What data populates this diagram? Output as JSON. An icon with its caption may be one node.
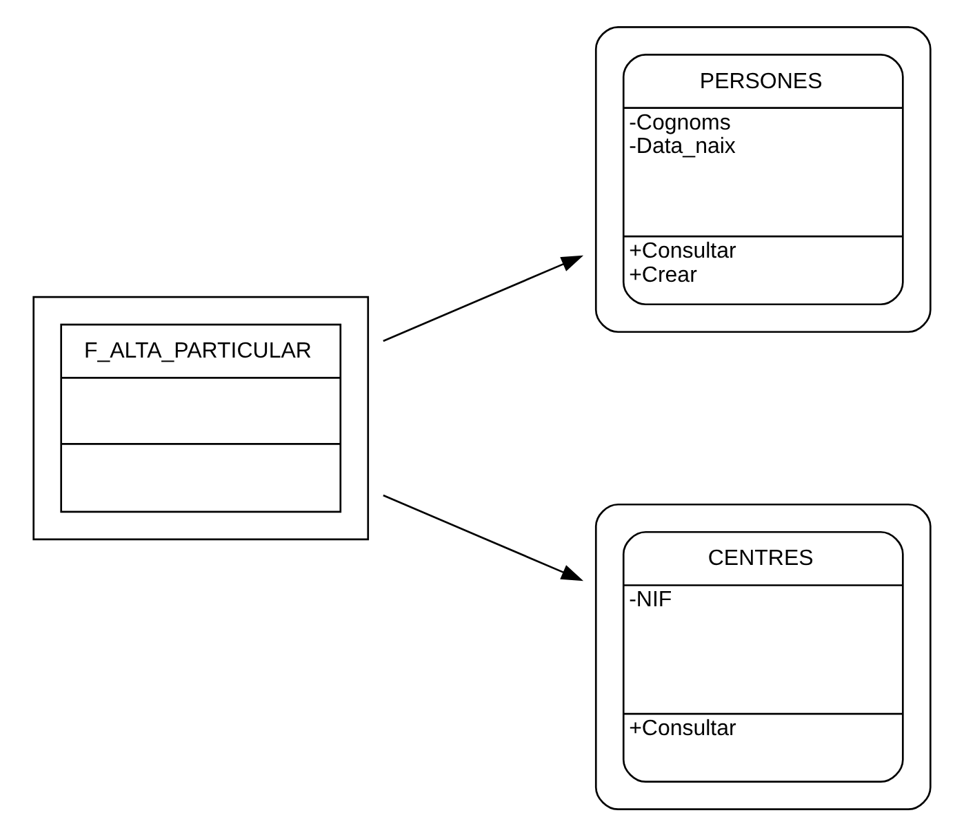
{
  "diagram": {
    "nodes": [
      {
        "text": [
          "F_ALTA_PARTICULAR"
        ]
      },
      {
        "text": [
          "PERSONES",
          "-Cognoms -Data_naix",
          "+Consultar +Crear"
        ]
      },
      {
        "text": [
          "CENTRES",
          "-NIF",
          "+Consultar"
        ]
      }
    ],
    "edges": [
      {
        "from": 0,
        "to": 1,
        "arrow": "to"
      },
      {
        "from": 0,
        "to": 2,
        "arrow": "to"
      }
    ]
  }
}
